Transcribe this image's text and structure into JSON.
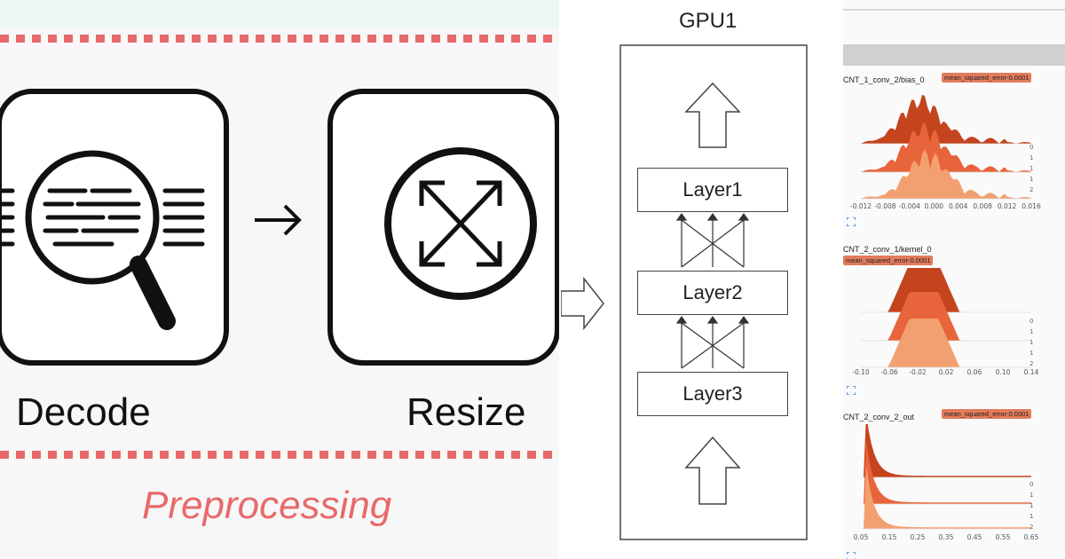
{
  "preprocessing": {
    "stages": [
      {
        "label": "Decode",
        "icon": "magnifier-icon"
      },
      {
        "label": "Resize",
        "icon": "resize-arrows-icon"
      }
    ],
    "section_label": "Preprocessing",
    "accent_color": "#e8696b",
    "band_color": "#eaf7f5"
  },
  "gpu": {
    "title": "GPU1",
    "layers": [
      "Layer1",
      "Layer2",
      "Layer3"
    ]
  },
  "tensorboard": {
    "bar_colors": [
      "#d9d9d9",
      "#d0d0d0"
    ],
    "series_colors": [
      "#c4441d",
      "#e8643a",
      "#f3a070"
    ],
    "histograms": [
      {
        "title": "CNT_1_conv_2/bias_0",
        "badge": "mean_squared_error-0.0001",
        "step_labels": [
          "0",
          "1",
          "1",
          "1",
          "2"
        ],
        "x_ticks": [
          "-0.012",
          "-0.008",
          "-0.004",
          "0.000",
          "0.004",
          "0.008",
          "0.012",
          "0.016"
        ]
      },
      {
        "title": "CNT_2_conv_1/kernel_0",
        "badge": "mean_squared_error-0.0001",
        "step_labels": [
          "0",
          "1",
          "1",
          "1",
          "2"
        ],
        "x_ticks": [
          "-0.10",
          "-0.06",
          "-0.02",
          "0.02",
          "0.06",
          "0.10",
          "0.14"
        ]
      },
      {
        "title": "CNT_2_conv_2_out",
        "badge": "mean_squared_error-0.0001",
        "step_labels": [
          "0",
          "1",
          "1",
          "1",
          "2"
        ],
        "x_ticks": [
          "0.05",
          "0.15",
          "0.25",
          "0.35",
          "0.45",
          "0.55",
          "0.65"
        ]
      }
    ]
  }
}
